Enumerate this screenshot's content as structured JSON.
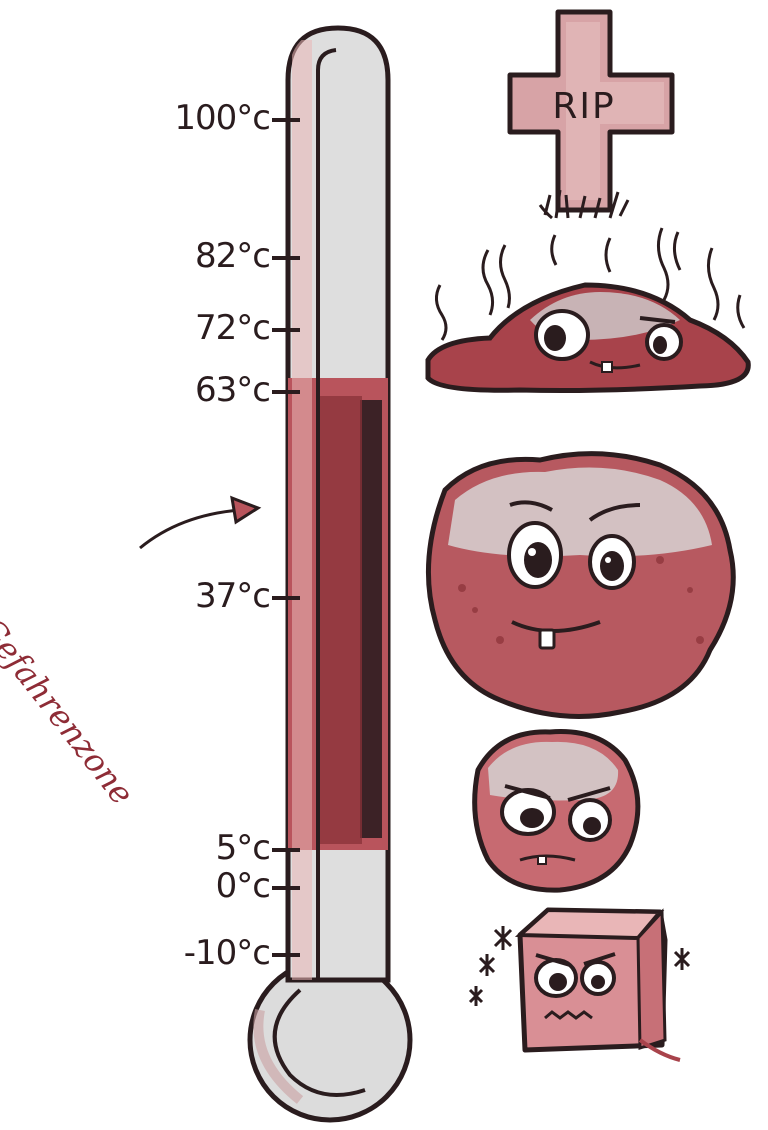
{
  "thermometer": {
    "scale_min": -10,
    "scale_max": 100,
    "fill_range_celsius": [
      5,
      63
    ],
    "ticks": [
      {
        "label": "100°c",
        "value": 100
      },
      {
        "label": "82°c",
        "value": 82
      },
      {
        "label": "72°c",
        "value": 72
      },
      {
        "label": "63°c",
        "value": 63
      },
      {
        "label": "37°c",
        "value": 37
      },
      {
        "label": "5°c",
        "value": 5
      },
      {
        "label": "0°c",
        "value": 0
      },
      {
        "label": "-10°c",
        "value": -10
      }
    ]
  },
  "danger_zone": {
    "label": "Gefahrenzone"
  },
  "gravestone": {
    "text": "RIP"
  },
  "characters": [
    {
      "name": "gravestone-cross",
      "mood": "dead"
    },
    {
      "name": "melting-blob",
      "mood": "exhausted"
    },
    {
      "name": "happy-germ",
      "mood": "happy"
    },
    {
      "name": "grumpy-germ",
      "mood": "grumpy"
    },
    {
      "name": "frozen-cube",
      "mood": "frozen"
    }
  ],
  "colors": {
    "outline": "#2a1c1e",
    "red_fill": "#b9545c",
    "dark_red": "#6e2a30",
    "pink": "#e9b6b7",
    "light_pink": "#f2d7d6",
    "glass_grey": "#dadada",
    "accent_label": "#a63a44"
  }
}
